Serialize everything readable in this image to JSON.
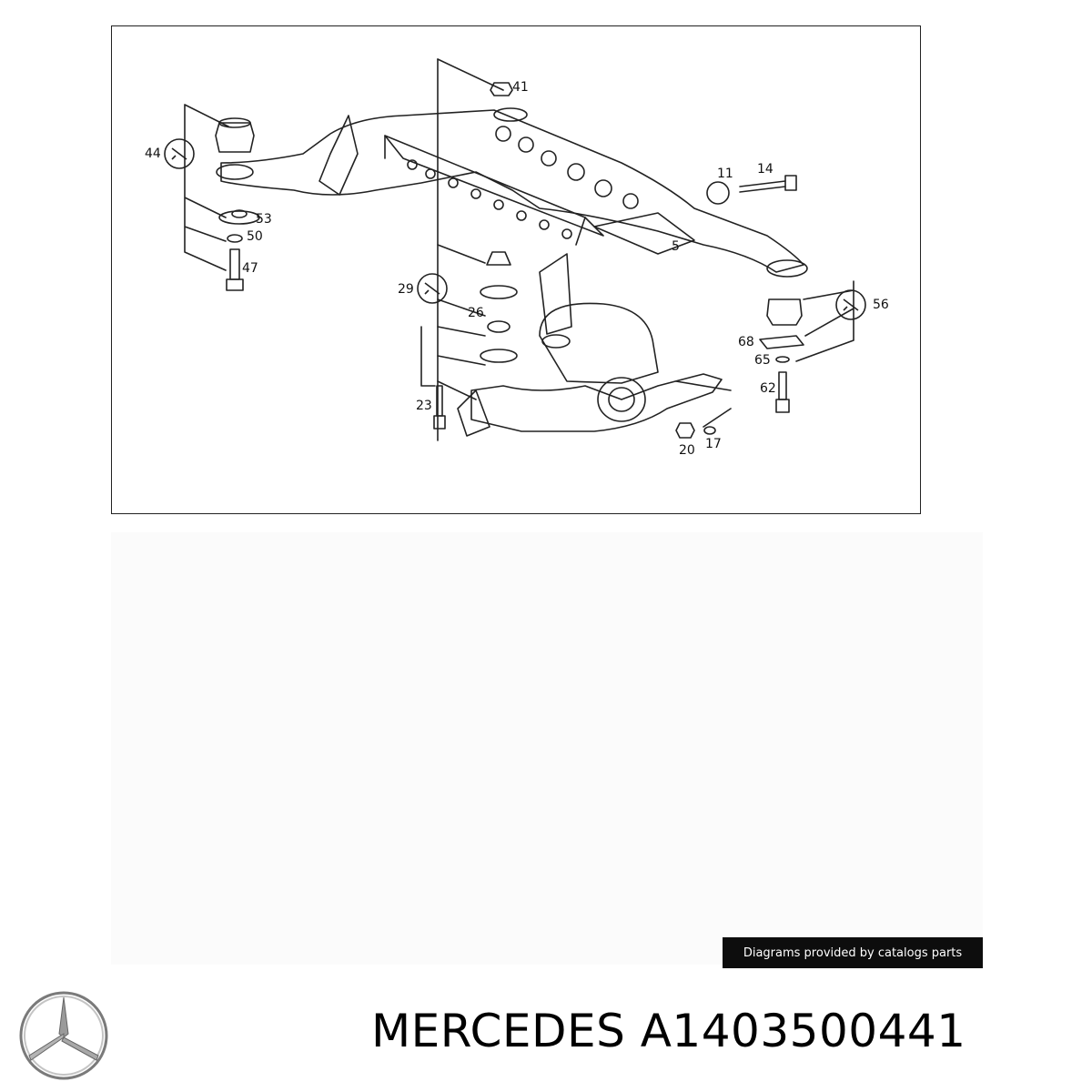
{
  "diagram": {
    "callouts": [
      "41",
      "44",
      "53",
      "50",
      "47",
      "11",
      "14",
      "5",
      "29",
      "26",
      "23",
      "56",
      "68",
      "65",
      "62",
      "20",
      "17"
    ]
  },
  "credit": "Diagrams provided by catalogs parts",
  "brand": {
    "logo_icon": "mercedes-star-icon",
    "title": "MERCEDES A1403500441"
  }
}
